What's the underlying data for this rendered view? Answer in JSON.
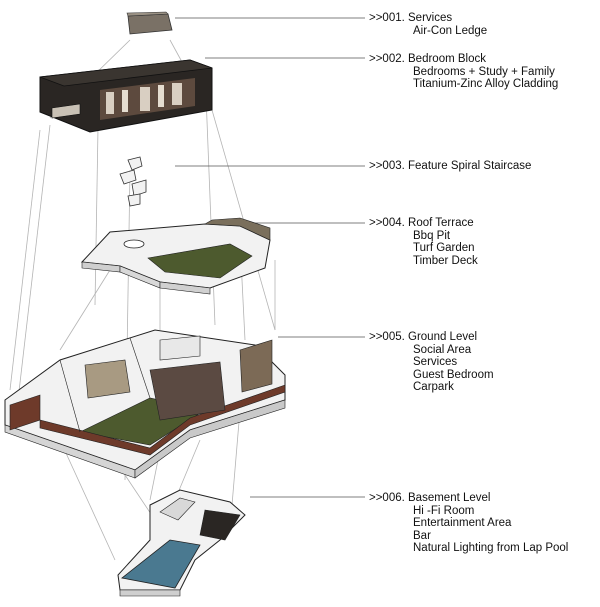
{
  "callouts": [
    {
      "title": ">>001. Services",
      "items": [
        "Air-Con Ledge"
      ]
    },
    {
      "title": ">>002. Bedroom Block",
      "items": [
        "Bedrooms + Study + Family",
        "Titanium-Zinc  Alloy Cladding"
      ]
    },
    {
      "title": ">>003. Feature Spiral Staircase",
      "items": []
    },
    {
      "title": ">>004. Roof Terrace",
      "items": [
        "Bbq Pit",
        "Turf Garden",
        "Timber Deck"
      ]
    },
    {
      "title": ">>005. Ground Level",
      "items": [
        "Social Area",
        "Services",
        "Guest Bedroom",
        "Carpark"
      ]
    },
    {
      "title": ">>006. Basement Level",
      "items": [
        "Hi -Fi Room",
        "Entertainment Area",
        "Bar",
        "Natural Lighting from Lap Pool"
      ]
    }
  ],
  "colors": {
    "dark_cladding": "#2a2623",
    "white_slab": "#f2f2f2",
    "turf": "#4d5a2e",
    "timber": "#6e3a2a",
    "pool": "#4a7990",
    "line": "#9a9a9a"
  }
}
